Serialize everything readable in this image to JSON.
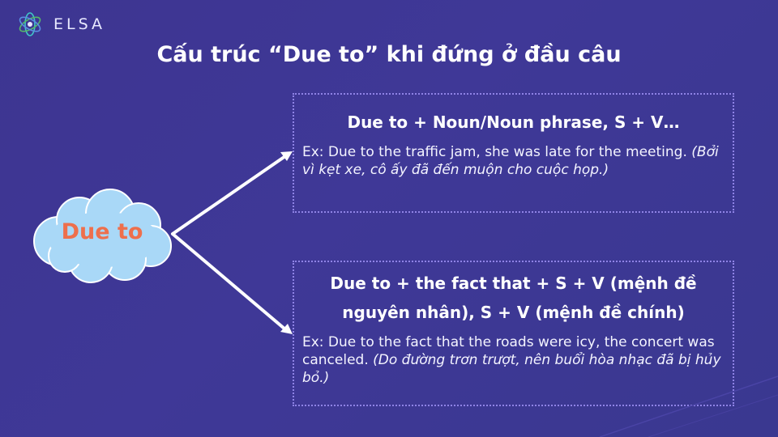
{
  "logo": {
    "text": "ELSA",
    "icon": "elsa-star-icon"
  },
  "title": "Cấu trúc “Due to” khi đứng ở đầu câu",
  "center": {
    "label": "Due to",
    "shape": "cloud",
    "fill": "#a9d8f7",
    "text_color": "#ee6f4c"
  },
  "structures": [
    {
      "heading": "Due to + Noun/Noun phrase, S + V…",
      "example": "Ex: Due to the traffic jam, she was late for the meeting.",
      "translation": "(Bởi vì kẹt xe, cô ấy đã đến muộn cho cuộc họp.)"
    },
    {
      "heading": "Due to + the fact that + S + V (mệnh đề nguyên nhân), S + V (mệnh đề chính)",
      "example": "Ex: Due to the fact that the roads were icy, the concert was canceled.",
      "translation": "(Do đường trơn trượt, nên buổi hòa nhạc đã bị hủy bỏ.)"
    }
  ],
  "colors": {
    "background": "#3d3591",
    "box_border": "#8f83e6",
    "arrow": "#ffffff"
  }
}
